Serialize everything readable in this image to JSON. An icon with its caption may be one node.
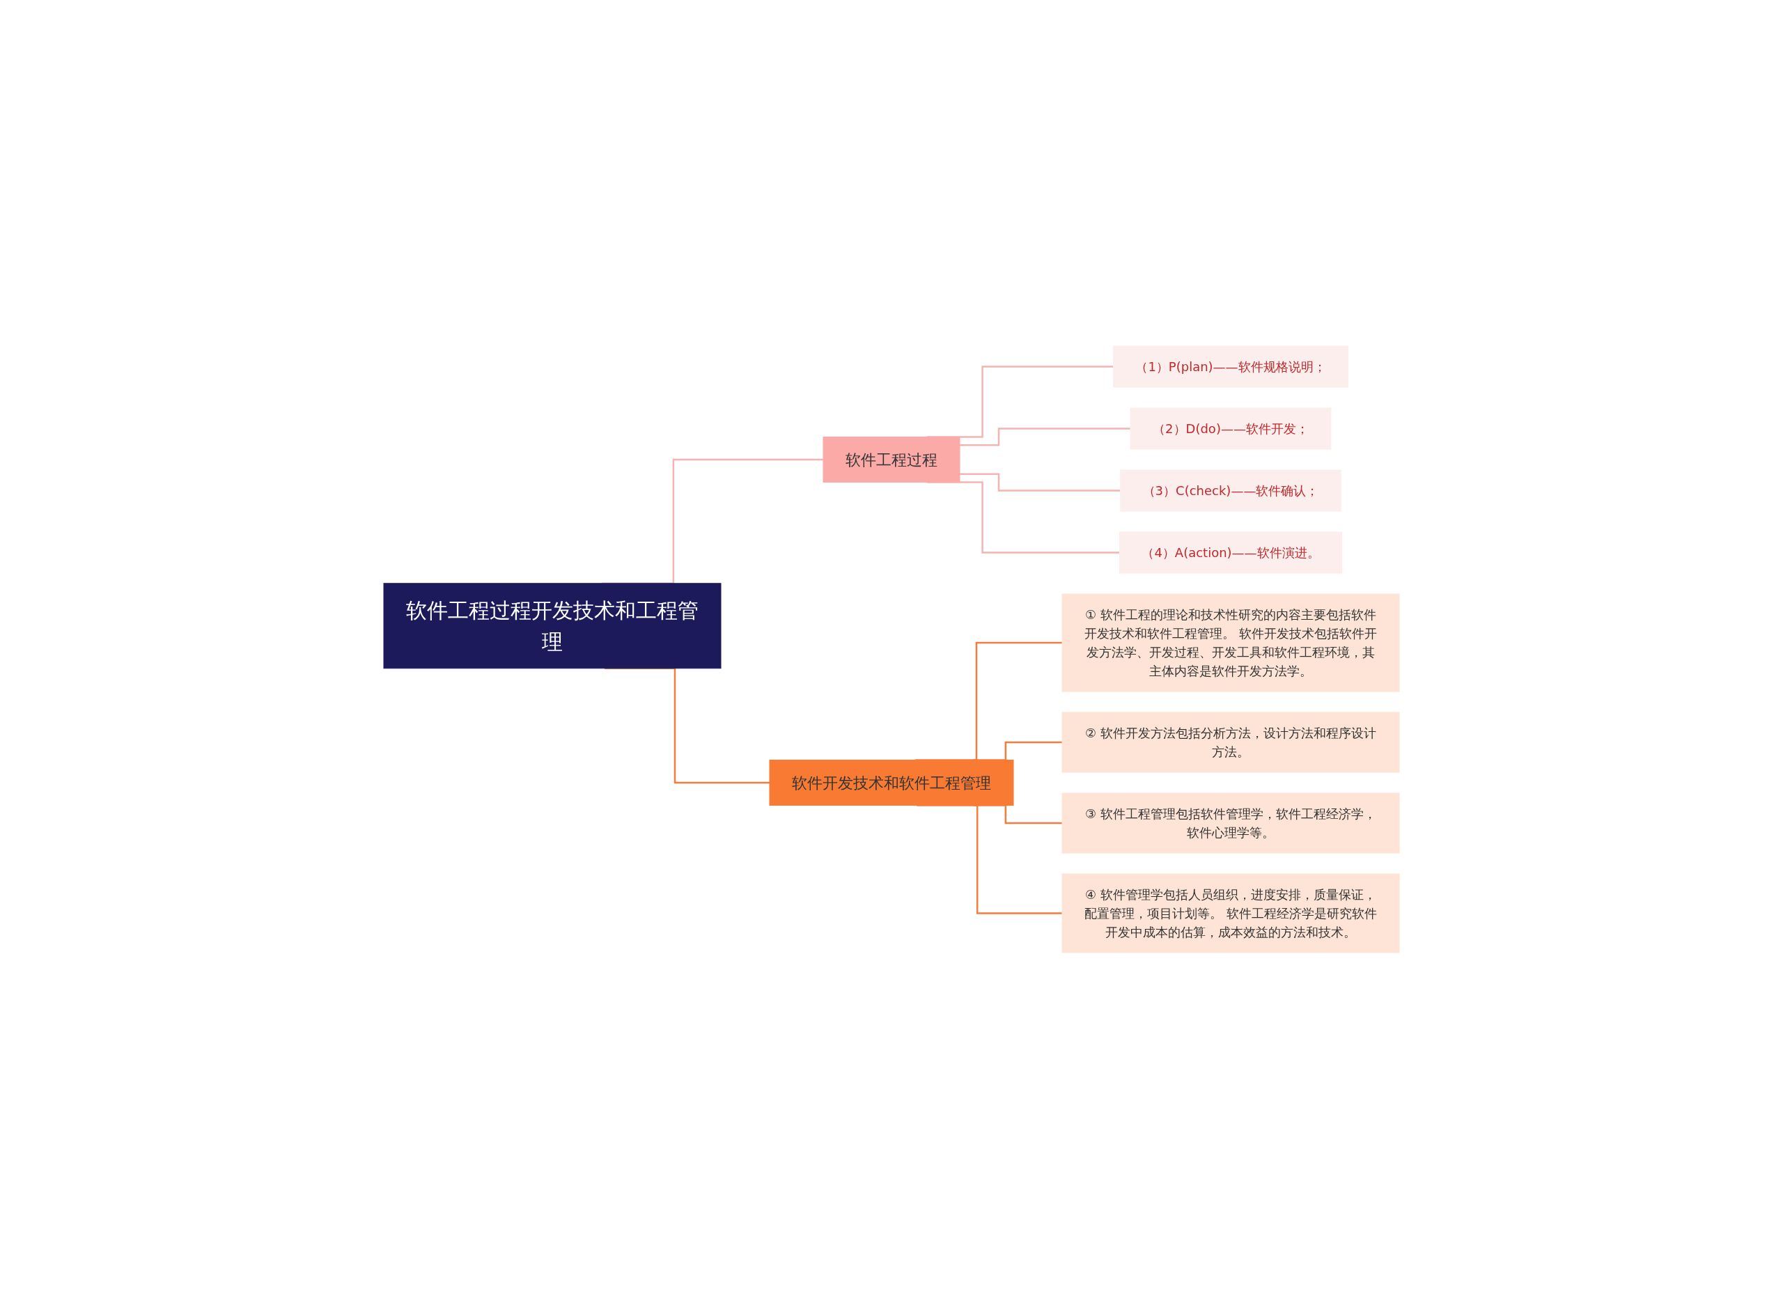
{
  "diagram": {
    "nodes": [
      {
        "text": [
          "软件工程过程开发技术和工程管理"
        ]
      },
      {
        "text": [
          "软件工程过程"
        ]
      },
      {
        "text": [
          "（1）P(plan)——软件规格说明；"
        ]
      },
      {
        "text": [
          "（2）D(do)——软件开发；"
        ]
      },
      {
        "text": [
          "（3）C(check)——软件确认；"
        ]
      },
      {
        "text": [
          "（4）A(action)——软件演进。"
        ]
      },
      {
        "text": [
          "软件开发技术和软件工程管理"
        ]
      },
      {
        "text": [
          "① 软件工程的理论和技术性研究的内容主要包括软件开发技术和软件工程管理。 软件开发技术包括软件开发方法学、开发过程、开发工具和软件工程环境，其主体内容是软件开发方法学。"
        ]
      },
      {
        "text": [
          "② 软件开发方法包括分析方法，设计方法和程序设计方法。"
        ]
      },
      {
        "text": [
          "③ 软件工程管理包括软件管理学，软件工程经济学，软件心理学等。"
        ]
      },
      {
        "text": [
          "④ 软件管理学包括人员组织，进度安排，质量保证，配置管理，项目计划等。 软件工程经济学是研究软件开发中成本的估算，成本效益的方法和技术。"
        ]
      }
    ],
    "edges": [
      {
        "from": 0,
        "to": 1,
        "arrow": "none",
        "color": "#f4b4b2"
      },
      {
        "from": 1,
        "to": 2,
        "arrow": "none",
        "color": "#f4b4b2"
      },
      {
        "from": 1,
        "to": 3,
        "arrow": "none",
        "color": "#f4b4b2"
      },
      {
        "from": 1,
        "to": 4,
        "arrow": "none",
        "color": "#f4b4b2"
      },
      {
        "from": 1,
        "to": 5,
        "arrow": "none",
        "color": "#f4b4b2"
      },
      {
        "from": 0,
        "to": 6,
        "arrow": "none",
        "color": "#f47c3c"
      },
      {
        "from": 6,
        "to": 7,
        "arrow": "none",
        "color": "#f47c3c"
      },
      {
        "from": 6,
        "to": 8,
        "arrow": "none",
        "color": "#f47c3c"
      },
      {
        "from": 6,
        "to": 9,
        "arrow": "none",
        "color": "#f47c3c"
      },
      {
        "from": 6,
        "to": 10,
        "arrow": "none",
        "color": "#f47c3c"
      }
    ]
  }
}
